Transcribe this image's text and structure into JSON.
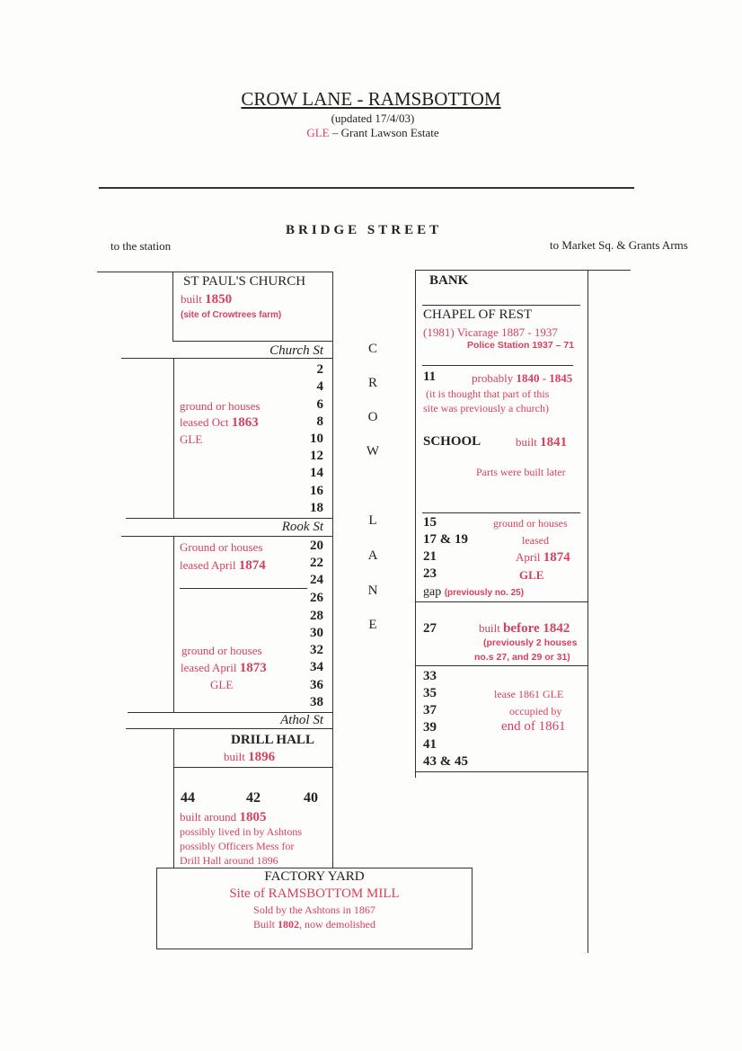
{
  "header": {
    "title": "CROW LANE - RAMSBOTTOM",
    "updated": "(updated 17/4/03)",
    "gle_abbr": "GLE",
    "gle_def": "– Grant Lawson Estate"
  },
  "bridge_street": "BRIDGE STREET",
  "to_station": "to the station",
  "to_market": "to Market Sq. & Grants Arms",
  "crow_lane_letters": [
    "C",
    "R",
    "O",
    "W",
    "L",
    "A",
    "N",
    "E"
  ],
  "left": {
    "church_title": "ST PAUL'S CHURCH",
    "church_built": "built",
    "church_year": "1850",
    "church_site": "(site of Crowtrees farm)",
    "church_st": "Church St",
    "block1_numbers": [
      "2",
      "4",
      "6",
      "8",
      "10",
      "12",
      "14",
      "16",
      "18"
    ],
    "block1_note1": "ground or houses",
    "block1_note2": "leased Oct",
    "block1_year": "1863",
    "block1_gle": "GLE",
    "rook_st": "Rook St",
    "block2_numbers": [
      "20",
      "22",
      "24",
      "26",
      "28",
      "30",
      "32",
      "34",
      "36",
      "38"
    ],
    "block2a_note1": "Ground or houses",
    "block2a_note2": "leased April",
    "block2a_year": "1874",
    "block2b_note1": "ground or houses",
    "block2b_note2": "leased April",
    "block2b_year": "1873",
    "block2b_gle": "GLE",
    "athol_st": "Athol St",
    "drill_title": "DRILL HALL",
    "drill_built": "built",
    "drill_year": "1896",
    "houses_nums": [
      "44",
      "42",
      "40"
    ],
    "houses_built": "built around",
    "houses_year": "1805",
    "houses_note1": "possibly lived in by Ashtons",
    "houses_note2": "possibly Officers Mess for",
    "houses_note3": "Drill Hall around 1896"
  },
  "factory": {
    "title": "FACTORY YARD",
    "site": "Site of  RAMSBOTTOM MILL",
    "sold": "Sold by the Ashtons in 1867",
    "built_label": "Built",
    "built_year": "1802",
    "demolished": ",  now demolished"
  },
  "right": {
    "bank": "BANK",
    "chapel": "CHAPEL OF REST",
    "chapel_year": "(1981)",
    "vicarage": "Vicarage 1887 - 1937",
    "police": "Police Station 1937 – 71",
    "n11": "11",
    "n11_prob": "probably",
    "n11_years": "1840 - 1845",
    "n11_note1": "(it is thought that part of this",
    "n11_note2": "site was  previously a church)",
    "school": "SCHOOL",
    "school_built": "built",
    "school_year": "1841",
    "school_parts": "Parts were built later",
    "n15": "15",
    "n17": "17 & 19",
    "n21": "21",
    "n23": "23",
    "n15_note1": "ground or houses",
    "n15_note2": "leased",
    "n15_note3": "April",
    "n15_year": "1874",
    "n15_gle": "GLE",
    "gap": "gap",
    "gap_note": "(previously no. 25)",
    "n27": "27",
    "n27_built": "built",
    "n27_before": "before 1842",
    "n27_note1": "(previously 2 houses",
    "n27_note2": "no.s 27, and 29 or 31)",
    "lower_nums": [
      "33",
      "35",
      "37",
      "39",
      "41",
      "43 & 45"
    ],
    "lease": "lease 1861 GLE",
    "occupied": "occupied by",
    "end_of": "end of 1861"
  }
}
